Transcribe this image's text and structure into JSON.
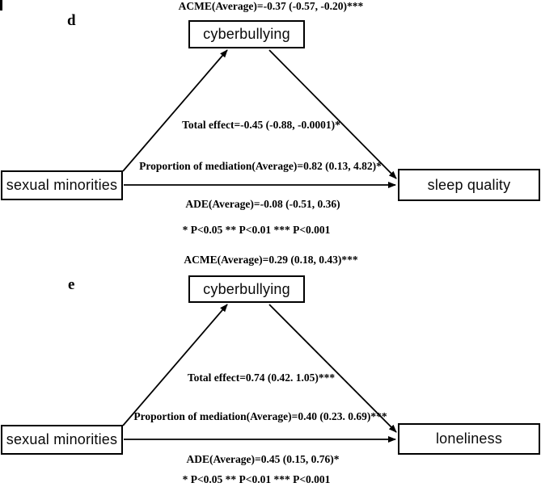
{
  "figure": {
    "colors": {
      "ink": "#000000",
      "background": "#ffffff"
    },
    "panels": [
      {
        "panel_label": "d",
        "acme_text": "ACME(Average)=-0.37 (-0.57, -0.20)***",
        "mediator_label": "cyberbullying",
        "predictor_label": "sexual minorities",
        "outcome_label": "sleep quality",
        "total_effect_text": "Total effect=-0.45 (-0.88, -0.0001)*",
        "proportion_text": "Proportion of mediation(Average)=0.82 (0.13, 4.82)*",
        "ade_text": "ADE(Average)=-0.08 (-0.51, 0.36)",
        "significance_legend": "* P<0.05 ** P<0.01 *** P<0.001"
      },
      {
        "panel_label": "e",
        "acme_text": "ACME(Average)=0.29 (0.18, 0.43)***",
        "mediator_label": "cyberbullying",
        "predictor_label": "sexual minorities",
        "outcome_label": "loneliness",
        "total_effect_text": "Total effect=0.74 (0.42. 1.05)***",
        "proportion_text": "Proportion of mediation(Average)=0.40 (0.23. 0.69)***",
        "ade_text": "ADE(Average)=0.45 (0.15, 0.76)*",
        "significance_legend": "* P<0.05 ** P<0.01 *** P<0.001"
      }
    ]
  }
}
